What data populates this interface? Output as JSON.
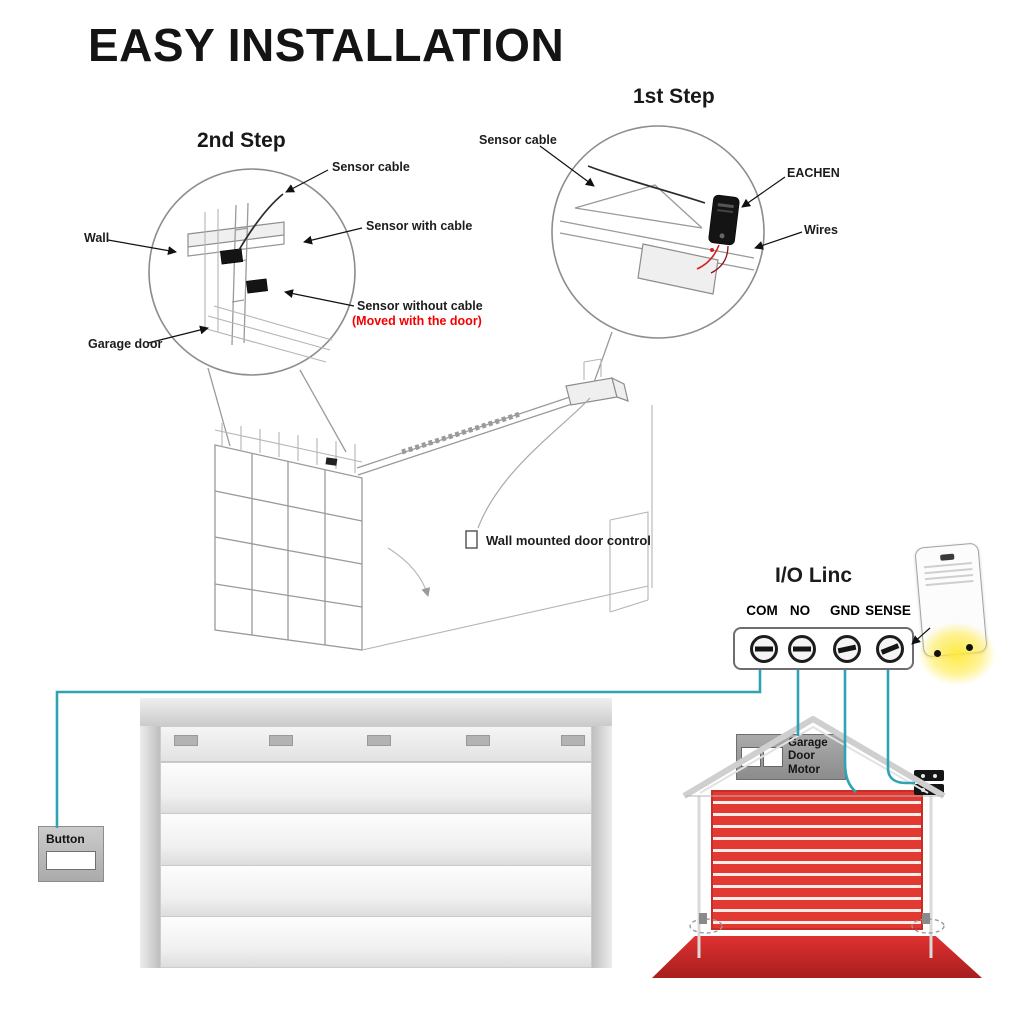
{
  "title": "EASY INSTALLATION",
  "steps": {
    "first": "1st Step",
    "second": "2nd Step"
  },
  "callout_2nd": {
    "sensor_cable": "Sensor cable",
    "sensor_with_cable": "Sensor with cable",
    "wall": "Wall",
    "sensor_without_cable": "Sensor without cable",
    "moved_with_door": "(Moved with the door)",
    "garage_door": "Garage door"
  },
  "callout_1st": {
    "sensor_cable": "Sensor cable",
    "brand": "EACHEN",
    "wires": "Wires"
  },
  "main": {
    "wall_control": "Wall mounted door control"
  },
  "io_linc": {
    "title": "I/O Linc",
    "terminals": [
      "COM",
      "NO",
      "GND",
      "SENSE"
    ]
  },
  "bottom": {
    "button": "Button",
    "motor_line1": "Garage",
    "motor_line2": "Door Motor"
  },
  "colors": {
    "accent_red": "#f40000",
    "wire_teal": "#2fa3b4",
    "door_red": "#e23a33",
    "glow_yellow": "#ffe93c"
  }
}
